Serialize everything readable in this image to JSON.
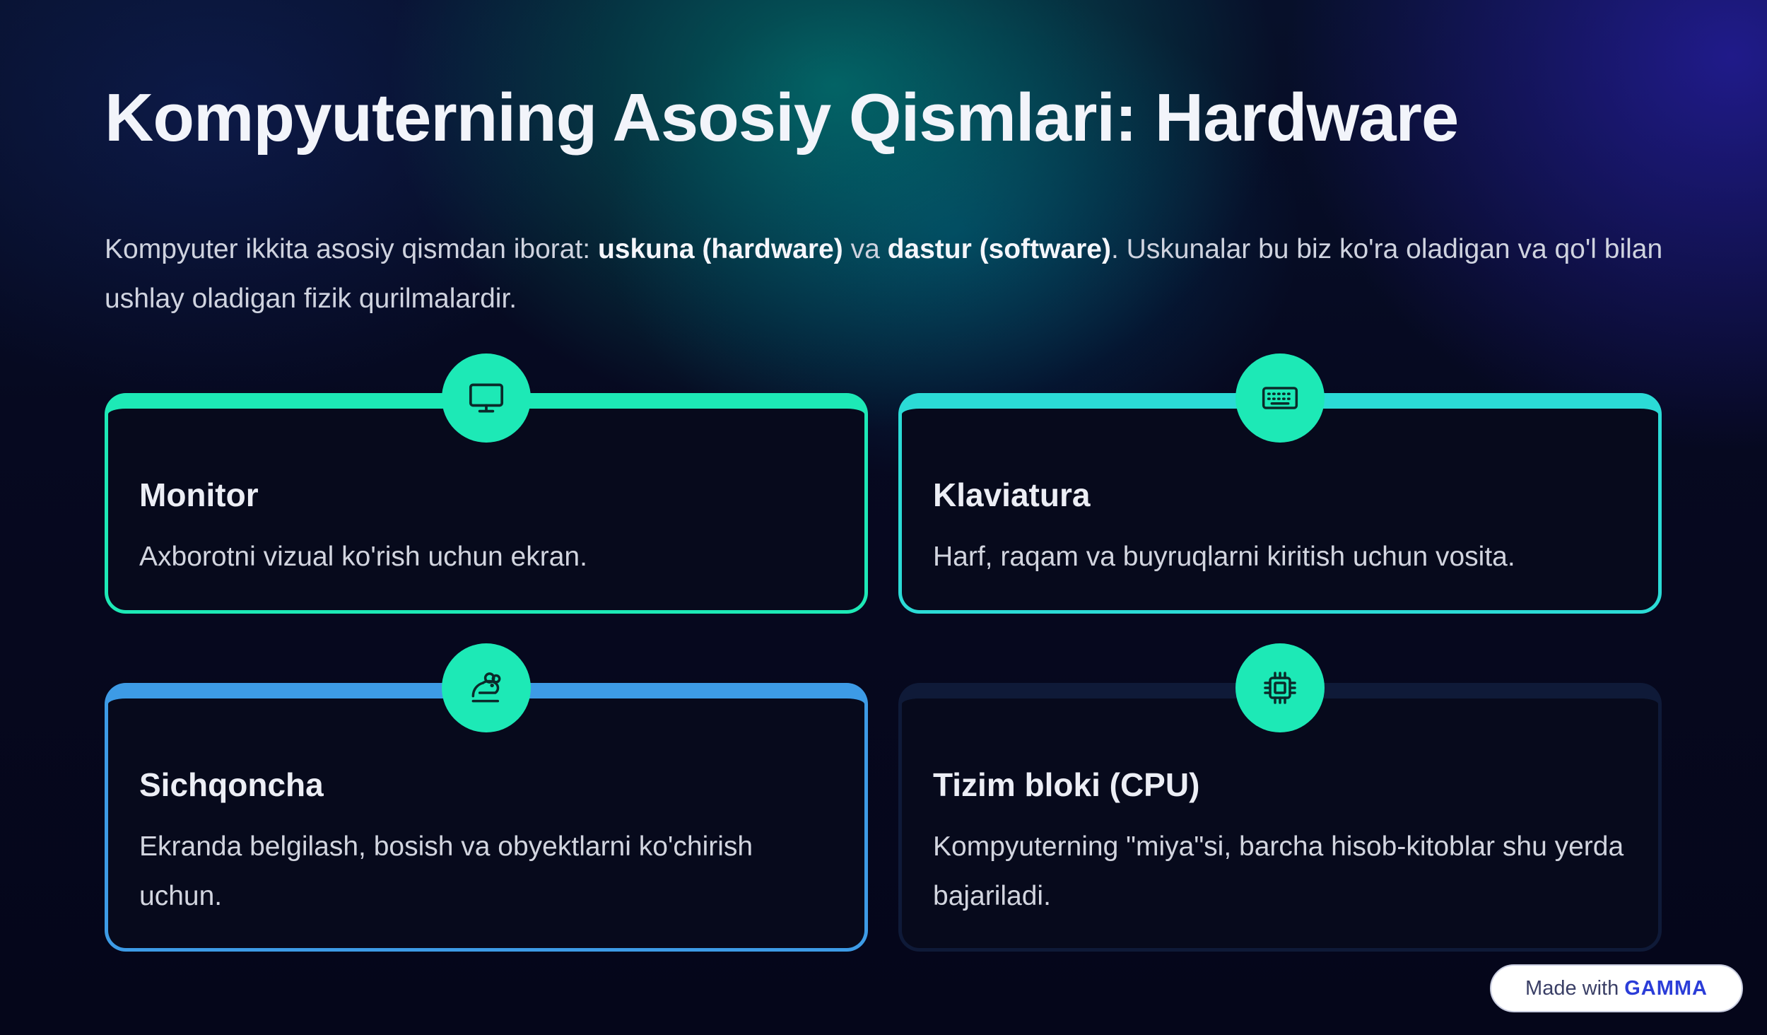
{
  "slide": {
    "title": "Kompyuterning Asosiy Qismlari: Hardware",
    "intro": {
      "part1": "Kompyuter ikkita asosiy qismdan iborat: ",
      "bold1": "uskuna (hardware)",
      "part2": " va ",
      "bold2": "dastur (software)",
      "part3": ". Uskunalar bu biz ko'ra oladigan va qo'l bilan ushlay oladigan fizik qurilmalardir."
    }
  },
  "cards": [
    {
      "title": "Monitor",
      "description": "Axborotni vizual ko'rish uchun ekran.",
      "icon": "monitor-icon",
      "accent": "#1de9b6"
    },
    {
      "title": "Klaviatura",
      "description": "Harf, raqam va buyruqlarni kiritish uchun vosita.",
      "icon": "keyboard-icon",
      "accent": "#2bdbd6"
    },
    {
      "title": "Sichqoncha",
      "description": "Ekranda belgilash, bosish va obyektlarni ko'chirish uchun.",
      "icon": "mouse-icon",
      "accent": "#3d9be6"
    },
    {
      "title": "Tizim bloki (CPU)",
      "description": "Kompyuterning \"miya\"si, barcha hisob-kitoblar shu yerda bajariladi.",
      "icon": "cpu-chip-icon",
      "accent": "#0f1a38"
    }
  ],
  "badge": {
    "prefix": "Made with",
    "brand": "GAMMA"
  },
  "colors": {
    "icon_circle": "#1de9b6",
    "icon_stroke": "#0b2a2a"
  }
}
